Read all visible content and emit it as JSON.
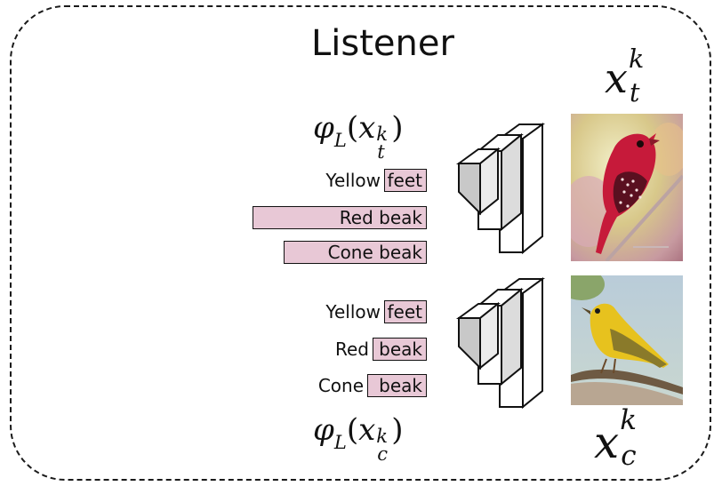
{
  "title": "Listener",
  "labels": {
    "x_t": {
      "base": "x",
      "sup": "k",
      "sub": "t"
    },
    "x_c": {
      "base": "x",
      "sup": "k",
      "sub": "c"
    },
    "phi_t": {
      "func": "φ",
      "func_sub": "L",
      "arg": "x",
      "sup": "k",
      "sub": "t"
    },
    "phi_c": {
      "func": "φ",
      "func_sub": "L",
      "arg": "x",
      "sup": "k",
      "sub": "c"
    }
  },
  "target_attributes": [
    {
      "plain": "Yellow",
      "boxed": "feet",
      "score": 0.22
    },
    {
      "plain": "",
      "boxed": "Red beak",
      "score": 1.0
    },
    {
      "plain": "",
      "boxed": "Cone  beak",
      "score": 0.82
    }
  ],
  "candidate_attributes": [
    {
      "plain": "Yellow",
      "boxed": "feet",
      "score": 0.24
    },
    {
      "plain": "Red",
      "boxed": "beak",
      "score": 0.31
    },
    {
      "plain": "Cone",
      "boxed": "beak",
      "score": 0.34
    }
  ],
  "colors": {
    "bar_fill": "#e8c8d6",
    "cnn_front": "#c8c8c8",
    "cnn_back": "#ffffff"
  }
}
